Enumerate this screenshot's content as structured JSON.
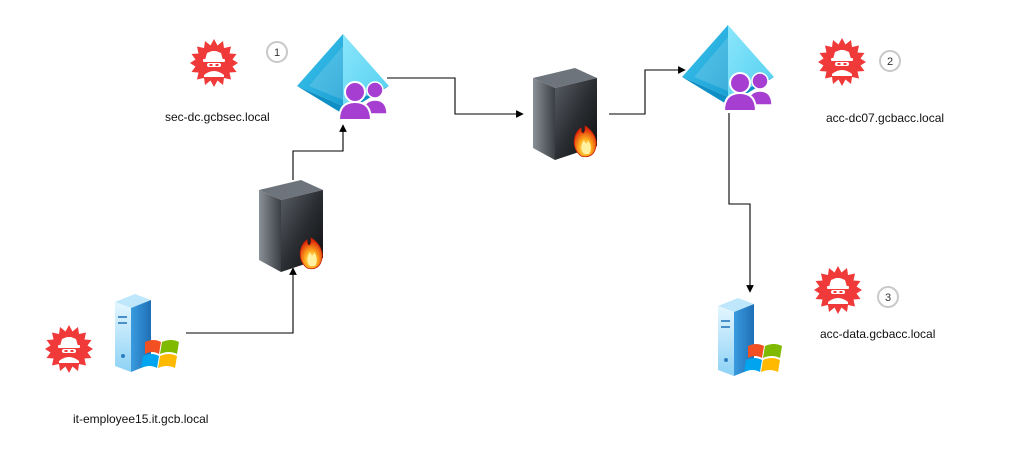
{
  "diagram": {
    "nodes": [
      {
        "id": "it-employee15",
        "label": "it-employee15.it.gcb.local",
        "kind": "windows-server",
        "compromised": true
      },
      {
        "id": "sec-dc",
        "label": "sec-dc.gcbsec.local",
        "kind": "azure-ad-domain-controller",
        "compromised": true,
        "step": "1"
      },
      {
        "id": "acc-dc07",
        "label": "acc-dc07.gcbacc.local",
        "kind": "azure-ad-domain-controller",
        "compromised": true,
        "step": "2"
      },
      {
        "id": "acc-data",
        "label": "acc-data.gcbacc.local",
        "kind": "windows-server",
        "compromised": true,
        "step": "3"
      },
      {
        "id": "firewall-1",
        "label": "",
        "kind": "firewall"
      },
      {
        "id": "firewall-2",
        "label": "",
        "kind": "firewall"
      }
    ],
    "colors": {
      "threat": "#f03a3a",
      "azure_light": "#5fd3f0",
      "azure_dark": "#1aa4d6",
      "user_purple": "#a63fd1",
      "badge_border": "#c8c8c8",
      "connector": "#000000"
    }
  }
}
